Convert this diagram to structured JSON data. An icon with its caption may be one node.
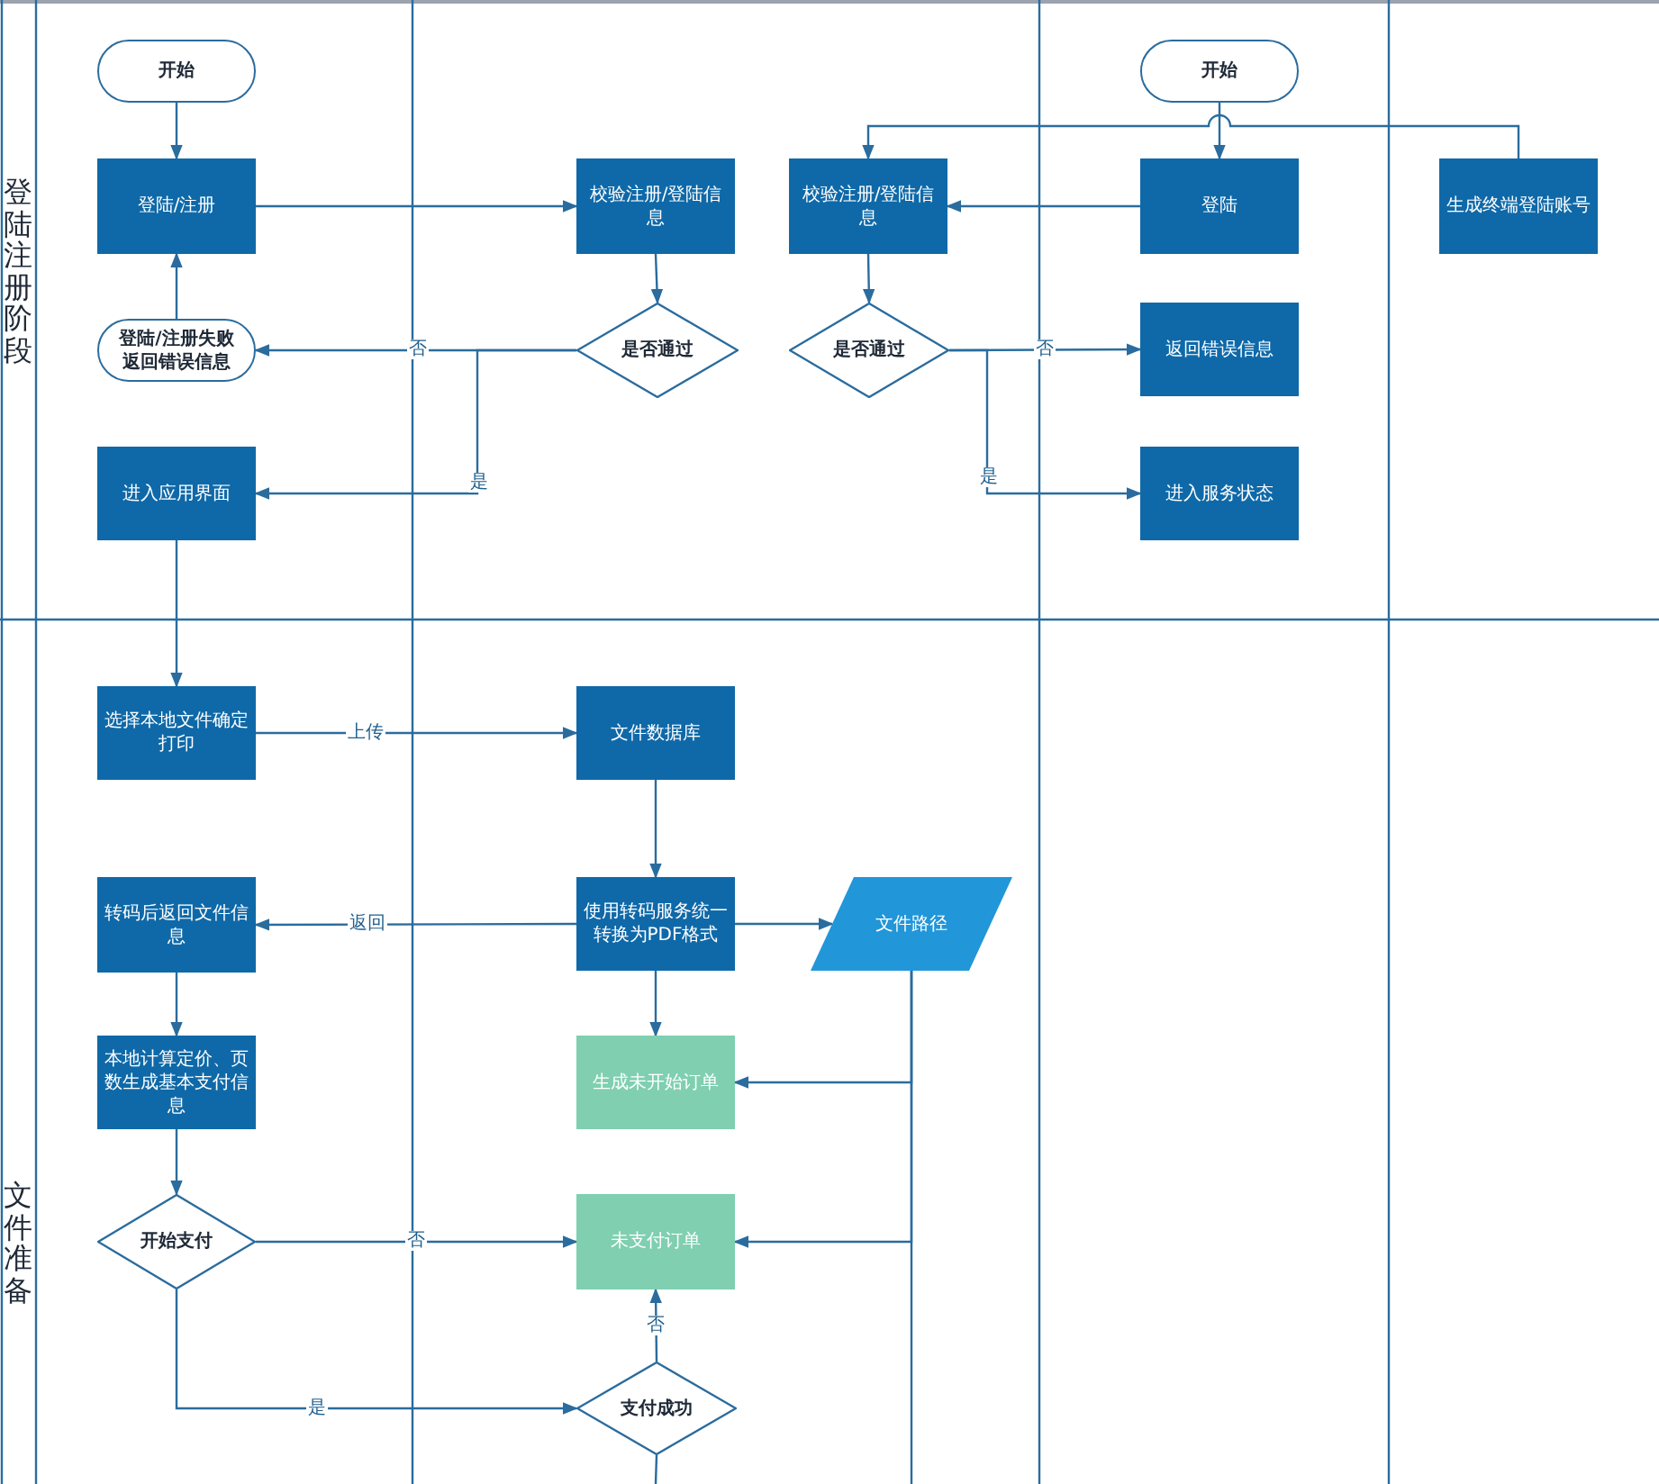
{
  "diagram": {
    "nodes": [
      {
        "text": [
          "开始"
        ]
      },
      {
        "text": [
          "登陆/注册"
        ]
      },
      {
        "text": [
          "校验注册/登陆信息"
        ]
      },
      {
        "text": [
          "是否通过"
        ]
      },
      {
        "text": [
          "登陆/注册失败返回错误信息"
        ]
      },
      {
        "text": [
          "进入应用界面"
        ]
      },
      {
        "text": [
          "开始"
        ]
      },
      {
        "text": [
          "校验注册/登陆信息"
        ]
      },
      {
        "text": [
          "登陆"
        ]
      },
      {
        "text": [
          "生成终端登陆账号"
        ]
      },
      {
        "text": [
          "是否通过"
        ]
      },
      {
        "text": [
          "返回错误信息"
        ]
      },
      {
        "text": [
          "进入服务状态"
        ]
      },
      {
        "text": [
          "选择本地文件确定打印"
        ]
      },
      {
        "text": [
          "文件数据库"
        ]
      },
      {
        "text": [
          "转码后返回文件信息"
        ]
      },
      {
        "text": [
          "使用转码服务统一转换为PDF格式"
        ]
      },
      {
        "text": [
          "文件路径"
        ]
      },
      {
        "text": [
          "本地计算定价、页数生成基本支付信息"
        ]
      },
      {
        "text": [
          "生成未开始订单"
        ]
      },
      {
        "text": [
          "开始支付"
        ]
      },
      {
        "text": [
          "未支付订单"
        ]
      },
      {
        "text": [
          "支付成功"
        ]
      }
    ],
    "edges": [
      {
        "from": 0,
        "to": 1,
        "arrow": "to"
      },
      {
        "from": 1,
        "to": 2,
        "arrow": "to"
      },
      {
        "from": 2,
        "to": 3,
        "arrow": "to"
      },
      {
        "from": 3,
        "to": 4,
        "arrow": "to",
        "label": "否"
      },
      {
        "from": 3,
        "to": 5,
        "arrow": "to",
        "label": "是"
      },
      {
        "from": 4,
        "to": 1,
        "arrow": "to"
      },
      {
        "from": 5,
        "to": 13,
        "arrow": "to"
      },
      {
        "from": 6,
        "to": 8,
        "arrow": "to"
      },
      {
        "from": 9,
        "to": 7,
        "arrow": "to"
      },
      {
        "from": 8,
        "to": 7,
        "arrow": "to"
      },
      {
        "from": 7,
        "to": 10,
        "arrow": "to"
      },
      {
        "from": 10,
        "to": 11,
        "arrow": "to",
        "label": "否"
      },
      {
        "from": 10,
        "to": 12,
        "arrow": "to",
        "label": "是"
      },
      {
        "from": 13,
        "to": 14,
        "arrow": "to",
        "label": "上传"
      },
      {
        "from": 14,
        "to": 16,
        "arrow": "to"
      },
      {
        "from": 16,
        "to": 15,
        "arrow": "to",
        "label": "返回"
      },
      {
        "from": 16,
        "to": 17,
        "arrow": "to"
      },
      {
        "from": 16,
        "to": 19,
        "arrow": "to"
      },
      {
        "from": 17,
        "to": 19,
        "arrow": "to"
      },
      {
        "from": 17,
        "to": 21,
        "arrow": "to"
      },
      {
        "from": 17,
        "to": null,
        "arrow": "none"
      },
      {
        "from": 15,
        "to": 18,
        "arrow": "to"
      },
      {
        "from": 18,
        "to": 20,
        "arrow": "to"
      },
      {
        "from": 20,
        "to": 21,
        "arrow": "to",
        "label": "否"
      },
      {
        "from": 20,
        "to": 22,
        "arrow": "to",
        "label": "是"
      },
      {
        "from": 22,
        "to": 21,
        "arrow": "to",
        "label": "否"
      },
      {
        "from": 22,
        "to": null,
        "arrow": "none"
      }
    ],
    "labels": [
      "登陆注册阶段",
      "文件准备"
    ]
  }
}
